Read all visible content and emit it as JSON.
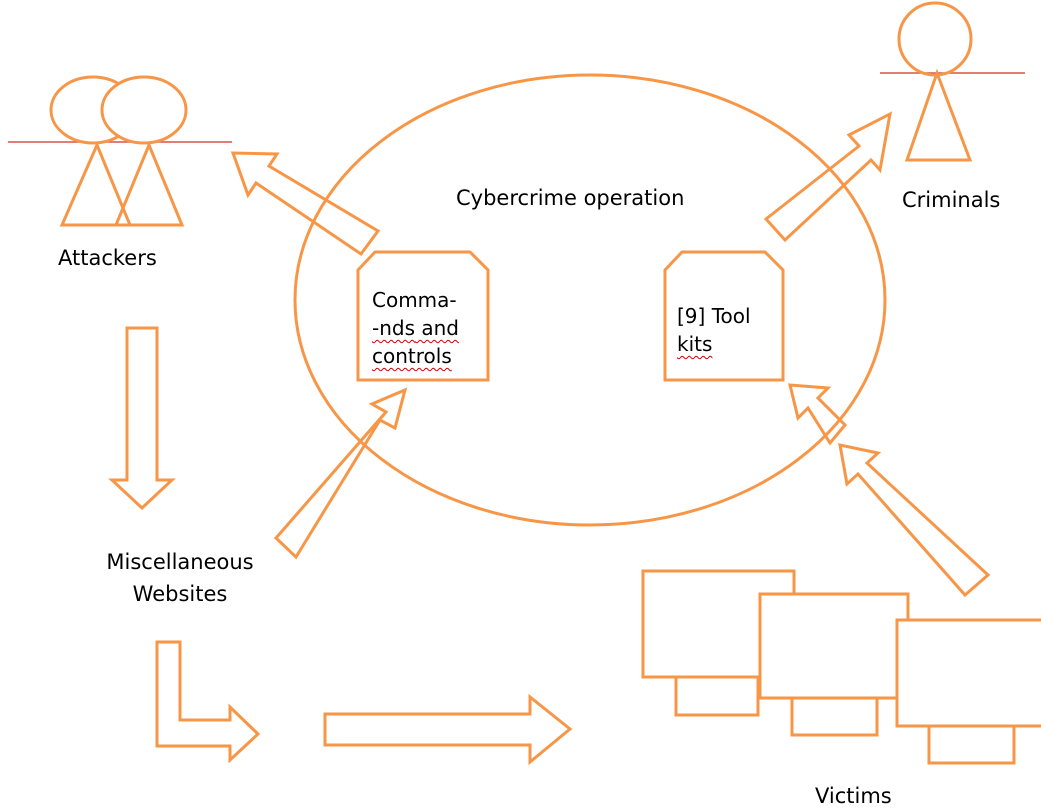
{
  "diagram": {
    "title": "Cybercrime operation",
    "attackers_label": "Attackers",
    "criminals_label": "Criminals",
    "websites_label": {
      "line1": "Miscellaneous",
      "line2": "Websites"
    },
    "victims_label": "Victims",
    "commands_box": {
      "line1": "Comma-",
      "line2_a": "-nds",
      "line2_b": " and",
      "line3": "controls"
    },
    "toolkits_box": {
      "line1": "[9] Tool",
      "line2": "kits"
    }
  },
  "colors": {
    "shape_stroke": "#f79646",
    "ground_line": "#d9534f",
    "spellcheck_underline": "#cc0000"
  }
}
